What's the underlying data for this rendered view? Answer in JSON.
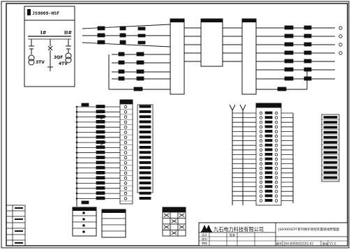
{
  "inset_panel": {
    "title": "JS9009-HSF",
    "bus_left": "I#",
    "bus_right": "II#",
    "breaker_label": "3QF",
    "pt_left": "3TV",
    "pt_right": "4TV"
  },
  "title_block": {
    "company": "九石电力科技有限公司",
    "drawing_title": "JS6000SEPT系列保护测控装置接线原理图",
    "drawing_no_label": "图号",
    "drawing_no": "JSH-6005ES2101-02",
    "sheet_label": "版本",
    "sheet_value": "V1.0",
    "row_labels": [
      "设计",
      "校对",
      "审核",
      "批准"
    ]
  },
  "colors": {
    "line": "#111111",
    "background": "#ffffff"
  }
}
